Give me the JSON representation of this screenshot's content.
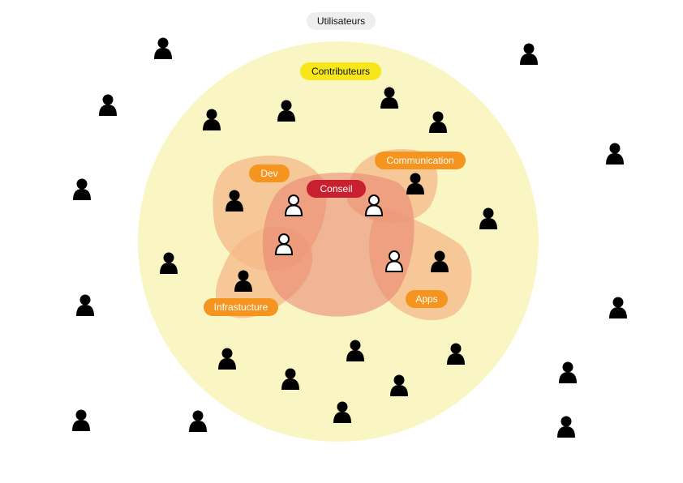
{
  "labels": {
    "users": "Utilisateurs",
    "contributors": "Contributeurs",
    "dev": "Dev",
    "communication": "Communication",
    "council": "Conseil",
    "infrastructure": "Infrastucture",
    "apps": "Apps"
  },
  "colors": {
    "contributors_circle": "#faf6c4",
    "team_orange": "#f6b888",
    "council_red": "#e8806f",
    "label_orange": "#f5941f",
    "label_red": "#c8202f",
    "label_yellow": "#f6e61c",
    "label_grey": "#eeeeee",
    "person": "#000000"
  },
  "icons": {
    "person": "person-icon",
    "council_member": "person-outline-icon"
  }
}
